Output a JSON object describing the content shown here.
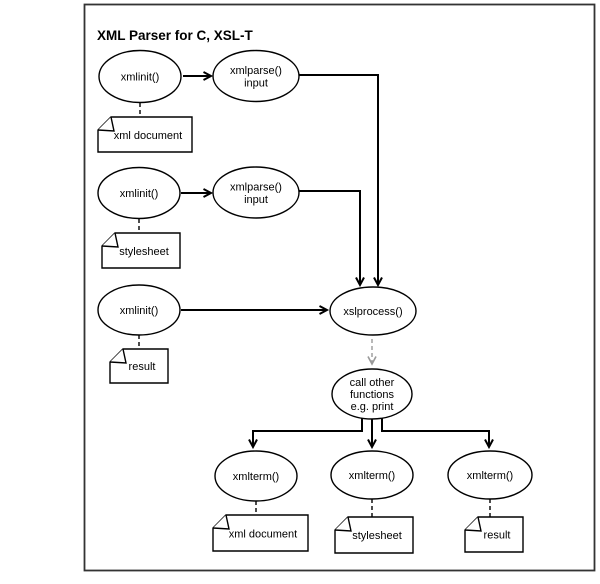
{
  "title": "XML Parser for C, XSL-T",
  "colors": {
    "line": "#000000",
    "dashed_internal_arrow": "#999999",
    "frame": "#333333",
    "background": "#ffffff"
  },
  "ellipses": {
    "init1": {
      "label": "xmlinit()"
    },
    "parse1": {
      "line1": "xmlparse()",
      "line2": "input"
    },
    "init2": {
      "label": "xmlinit()"
    },
    "parse2": {
      "line1": "xmlparse()",
      "line2": "input"
    },
    "init3": {
      "label": "xmlinit()"
    },
    "xslprocess": {
      "label": "xslprocess()"
    },
    "call_other": {
      "line1": "call other",
      "line2": "functions",
      "line3": "e.g. print"
    },
    "term1": {
      "label": "xmlterm()"
    },
    "term2": {
      "label": "xmlterm()"
    },
    "term3": {
      "label": "xmlterm()"
    }
  },
  "documents": {
    "xml_document_top": {
      "label": "xml document"
    },
    "stylesheet_top": {
      "label": "stylesheet"
    },
    "result_top": {
      "label": "result"
    },
    "xml_document_bottom": {
      "label": "xml document"
    },
    "stylesheet_bottom": {
      "label": "stylesheet"
    },
    "result_bottom": {
      "label": "result"
    }
  }
}
